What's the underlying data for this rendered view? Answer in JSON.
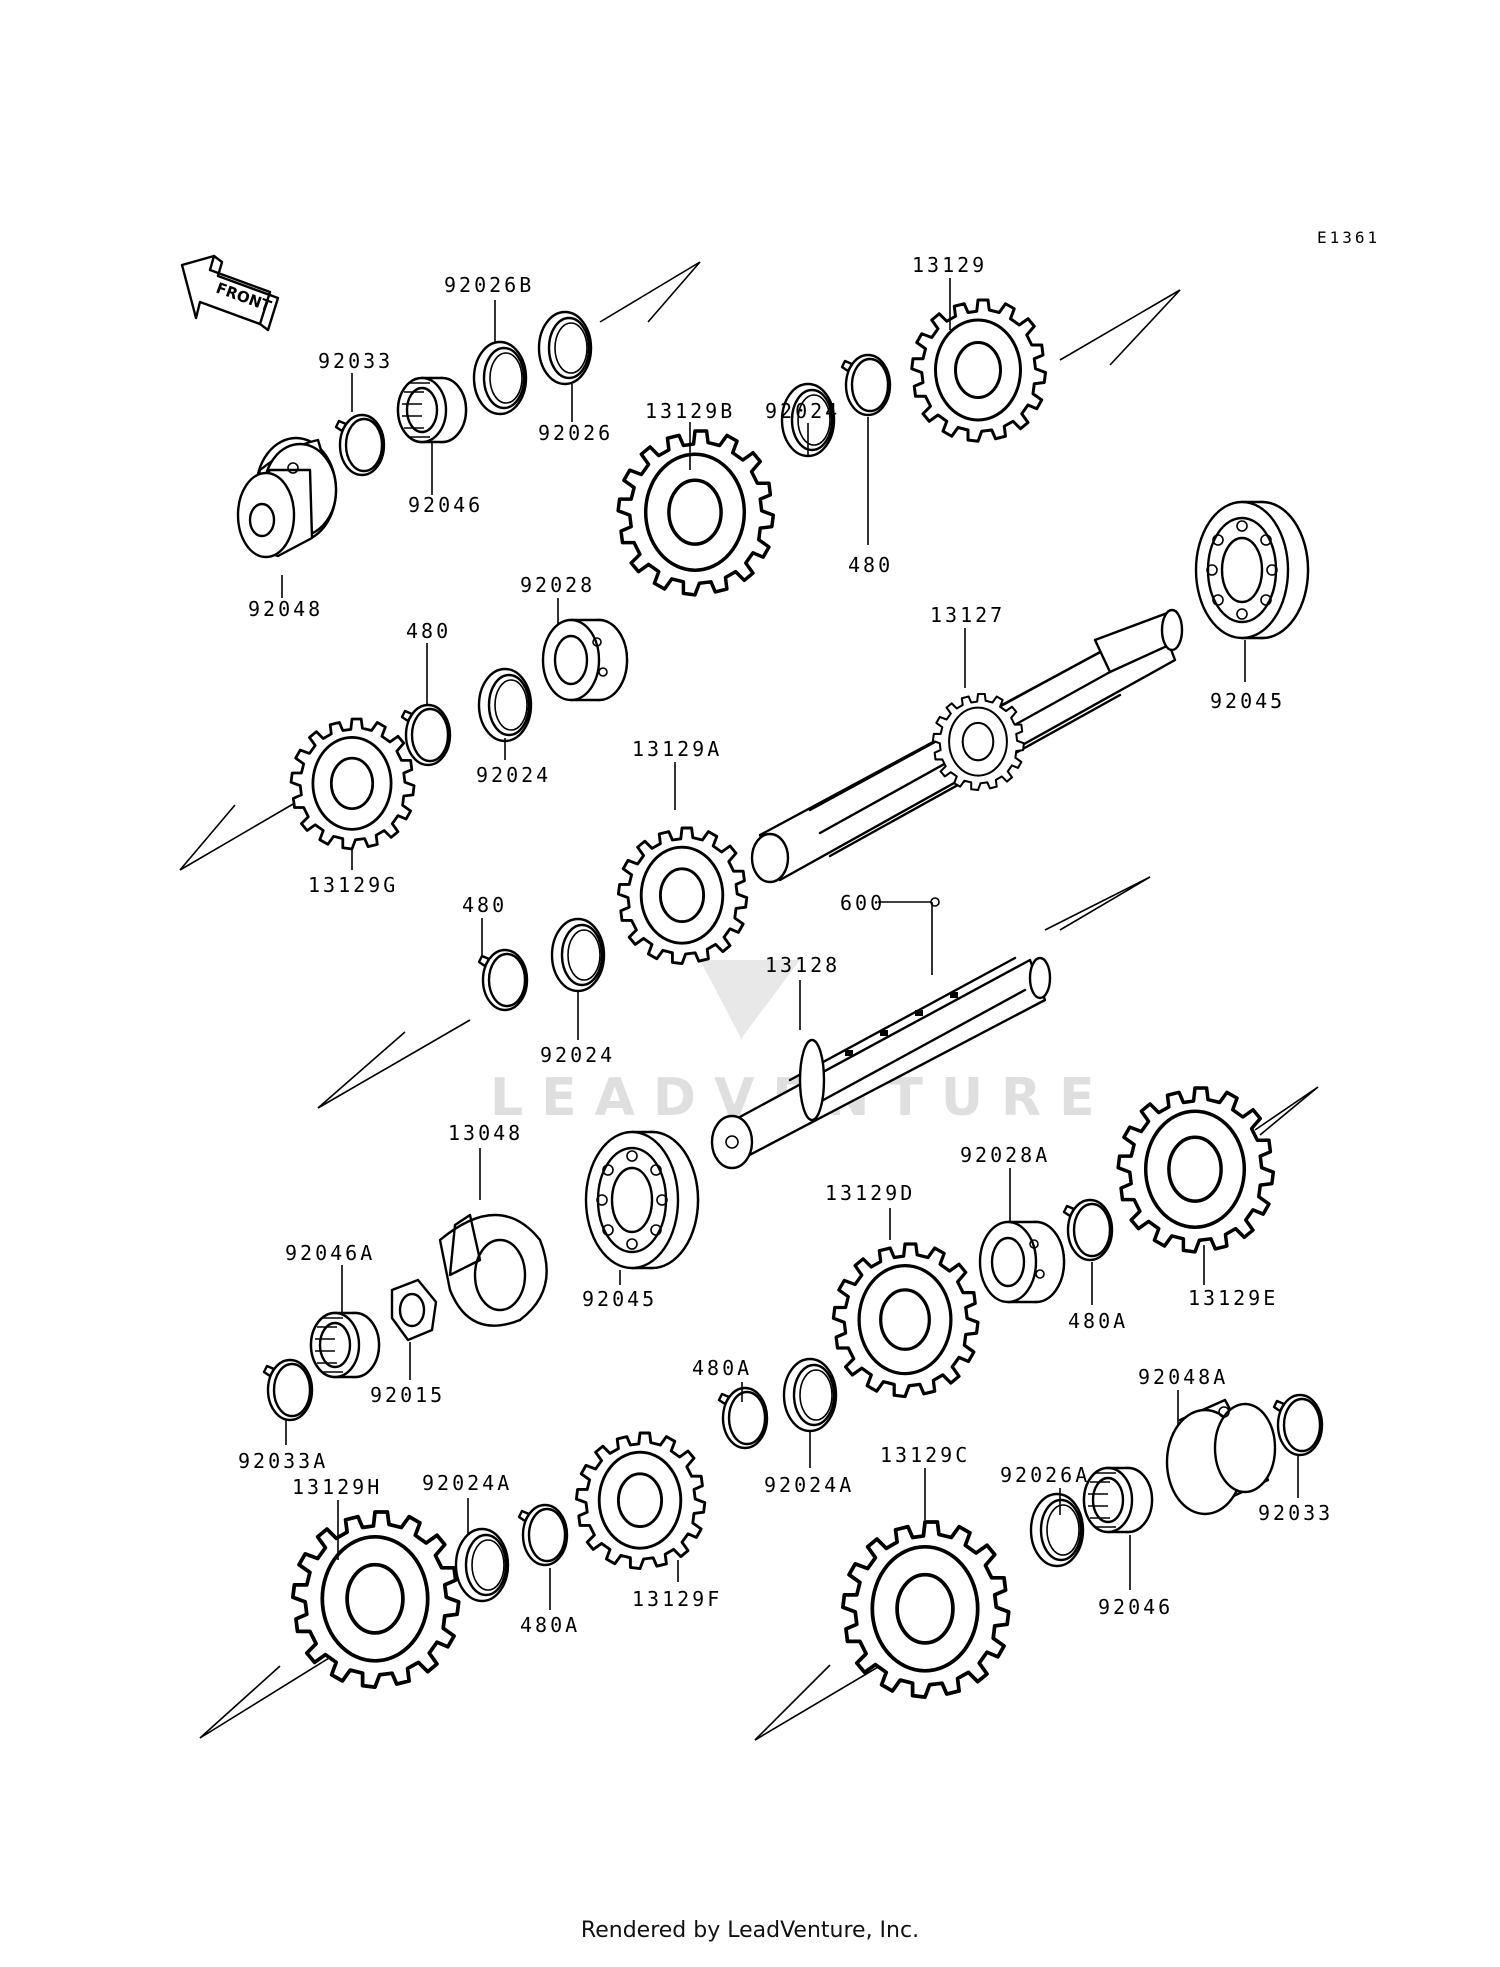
{
  "diagram": {
    "ref_code": "E1361",
    "front_label": "FRONT",
    "watermark": "LEADVENTURE",
    "footer": "Rendered by LeadVenture, Inc.",
    "parts": [
      {
        "id": "p92026B",
        "label": "92026B"
      },
      {
        "id": "p92033",
        "label": "92033"
      },
      {
        "id": "p92026",
        "label": "92026"
      },
      {
        "id": "p92046",
        "label": "92046"
      },
      {
        "id": "p92048",
        "label": "92048"
      },
      {
        "id": "p13129",
        "label": "13129"
      },
      {
        "id": "p13129B",
        "label": "13129B"
      },
      {
        "id": "p92024_top",
        "label": "92024"
      },
      {
        "id": "p480_top",
        "label": "480"
      },
      {
        "id": "p92028",
        "label": "92028"
      },
      {
        "id": "p480_mid",
        "label": "480"
      },
      {
        "id": "p92024_mid",
        "label": "92024"
      },
      {
        "id": "p13129G",
        "label": "13129G"
      },
      {
        "id": "p13127",
        "label": "13127"
      },
      {
        "id": "p92045_top",
        "label": "92045"
      },
      {
        "id": "p13129A",
        "label": "13129A"
      },
      {
        "id": "p600",
        "label": "600"
      },
      {
        "id": "p480_low",
        "label": "480"
      },
      {
        "id": "p92024_low",
        "label": "92024"
      },
      {
        "id": "p13128",
        "label": "13128"
      },
      {
        "id": "p13048",
        "label": "13048"
      },
      {
        "id": "p92045_low",
        "label": "92045"
      },
      {
        "id": "p92046A",
        "label": "92046A"
      },
      {
        "id": "p92015",
        "label": "92015"
      },
      {
        "id": "p92033A",
        "label": "92033A"
      },
      {
        "id": "p13129D",
        "label": "13129D"
      },
      {
        "id": "p92028A",
        "label": "92028A"
      },
      {
        "id": "p480A_r",
        "label": "480A"
      },
      {
        "id": "p13129E",
        "label": "13129E"
      },
      {
        "id": "p480A_c",
        "label": "480A"
      },
      {
        "id": "p92024A_c",
        "label": "92024A"
      },
      {
        "id": "p92048A",
        "label": "92048A"
      },
      {
        "id": "p92033_r",
        "label": "92033"
      },
      {
        "id": "p13129H",
        "label": "13129H"
      },
      {
        "id": "p92024A_l",
        "label": "92024A"
      },
      {
        "id": "p480A_l",
        "label": "480A"
      },
      {
        "id": "p13129F",
        "label": "13129F"
      },
      {
        "id": "p13129C",
        "label": "13129C"
      },
      {
        "id": "p92026A",
        "label": "92026A"
      },
      {
        "id": "p92046_b",
        "label": "92046"
      }
    ]
  }
}
